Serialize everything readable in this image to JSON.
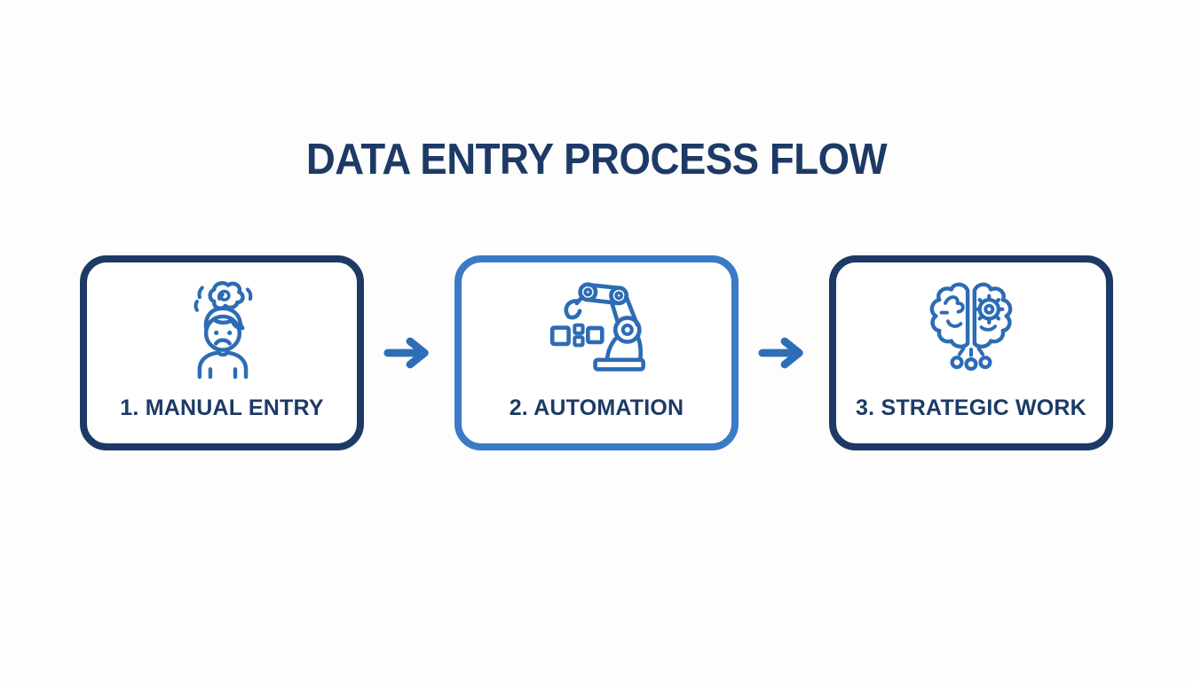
{
  "title": "DATA ENTRY PROCESS FLOW",
  "colors": {
    "navy": "#1d3a66",
    "accent": "#3b7ac6",
    "arrow": "#2e6eb8",
    "icon": "#2d6cb4",
    "background": "#fdfdfd",
    "card_background": "#ffffff"
  },
  "steps": [
    {
      "label": "1. MANUAL ENTRY",
      "icon": "stressed-person-icon",
      "border_color": "#1d3a66"
    },
    {
      "label": "2. AUTOMATION",
      "icon": "robot-arm-icon",
      "border_color": "#3b7ac6"
    },
    {
      "label": "3. STRATEGIC WORK",
      "icon": "brain-gear-icon",
      "border_color": "#1d3a66"
    }
  ],
  "connectors": [
    {
      "name": "flow-arrow-1",
      "direction": "right"
    },
    {
      "name": "flow-arrow-2",
      "direction": "right"
    }
  ]
}
